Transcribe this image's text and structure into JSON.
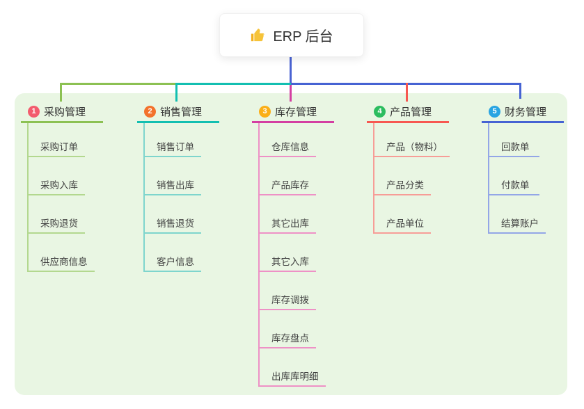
{
  "root": {
    "title": "ERP 后台",
    "icon": "thumbs-up-icon",
    "icon_color": "#f6c339",
    "connector_color": "#4a63d2"
  },
  "panel": {
    "background": "#e9f6e3"
  },
  "branches": [
    {
      "badge": "1",
      "badge_color": "#f35c6e",
      "line_color": "#8cc153",
      "child_line_color": "#b3d88f",
      "title": "采购管理",
      "children": [
        "采购订单",
        "采购入库",
        "采购退货",
        "供应商信息"
      ]
    },
    {
      "badge": "2",
      "badge_color": "#f3722c",
      "line_color": "#13bfb1",
      "child_line_color": "#7ed5cd",
      "title": "销售管理",
      "children": [
        "销售订单",
        "销售出库",
        "销售退货",
        "客户信息"
      ]
    },
    {
      "badge": "3",
      "badge_color": "#fbaf18",
      "line_color": "#d43fa2",
      "child_line_color": "#ee91c6",
      "title": "库存管理",
      "children": [
        "仓库信息",
        "产品库存",
        "其它出库",
        "其它入库",
        "库存调拨",
        "库存盘点",
        "出库库明细"
      ]
    },
    {
      "badge": "4",
      "badge_color": "#2cbd5f",
      "line_color": "#f75851",
      "child_line_color": "#f79d97",
      "title": "产品管理",
      "children": [
        "产品（物料）",
        "产品分类",
        "产品单位"
      ]
    },
    {
      "badge": "5",
      "badge_color": "#29a4e2",
      "line_color": "#4663d3",
      "child_line_color": "#93a6e7",
      "title": "财务管理",
      "children": [
        "回款单",
        "付款单",
        "结算账户"
      ]
    }
  ]
}
